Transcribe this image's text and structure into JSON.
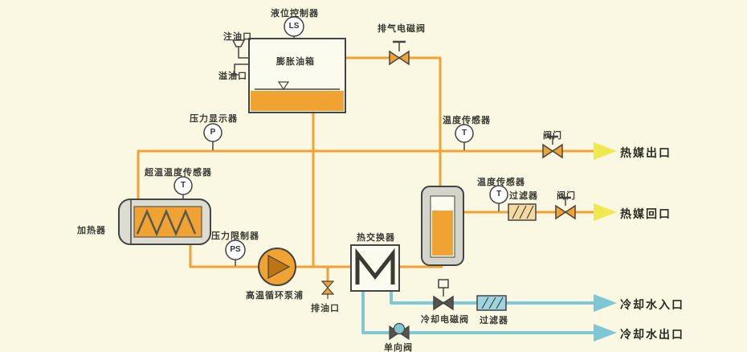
{
  "labels": {
    "level_controller": "液位控制器",
    "oil_fill_port": "注油口",
    "oil_overflow_port": "溢油口",
    "expansion_tank": "膨胀油箱",
    "exhaust_solenoid_valve": "排气电磁阀",
    "pressure_display": "压力显示器",
    "temp_sensor_outlet": "温度传感器",
    "valve_outlet": "阀门",
    "overtemp_sensor": "超温温度传感器",
    "heater": "加热器",
    "pressure_limiter": "压力限制器",
    "pump": "高温循环泵浦",
    "oil_drain_port": "排油口",
    "heat_exchanger": "热交换器",
    "temp_sensor_return": "温度传感器",
    "filter_hot": "过滤器",
    "valve_return": "阀门",
    "cooling_solenoid_valve": "冷却电磁阀",
    "filter_cool": "过滤器",
    "check_valve": "单向阀"
  },
  "ports": {
    "hot_medium_outlet": "热媒出口",
    "hot_medium_return": "热媒回口",
    "cooling_water_inlet": "冷却水入口",
    "cooling_water_outlet": "冷却水出口"
  },
  "instruments": {
    "level_switch": "LS",
    "pressure_indicator": "P",
    "temp_outlet": "T",
    "temp_overheat": "T",
    "pressure_switch": "PS",
    "temp_return": "T"
  },
  "colors": {
    "background": "#FAF7E3",
    "hot_pipe": "#F0A232",
    "cool_pipe": "#7EC8D6",
    "hot_arrow": "#EDE94F",
    "cool_arrow": "#7EC8D6",
    "outline": "#444444"
  }
}
